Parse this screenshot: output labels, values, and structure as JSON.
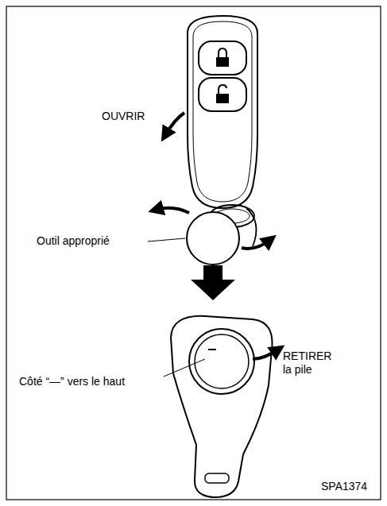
{
  "diagram": {
    "labels": [
      "OUVRIR",
      "Outil approprié",
      "Côté “—” vers le haut",
      "RETIRER la pile",
      "SPA1374"
    ]
  }
}
